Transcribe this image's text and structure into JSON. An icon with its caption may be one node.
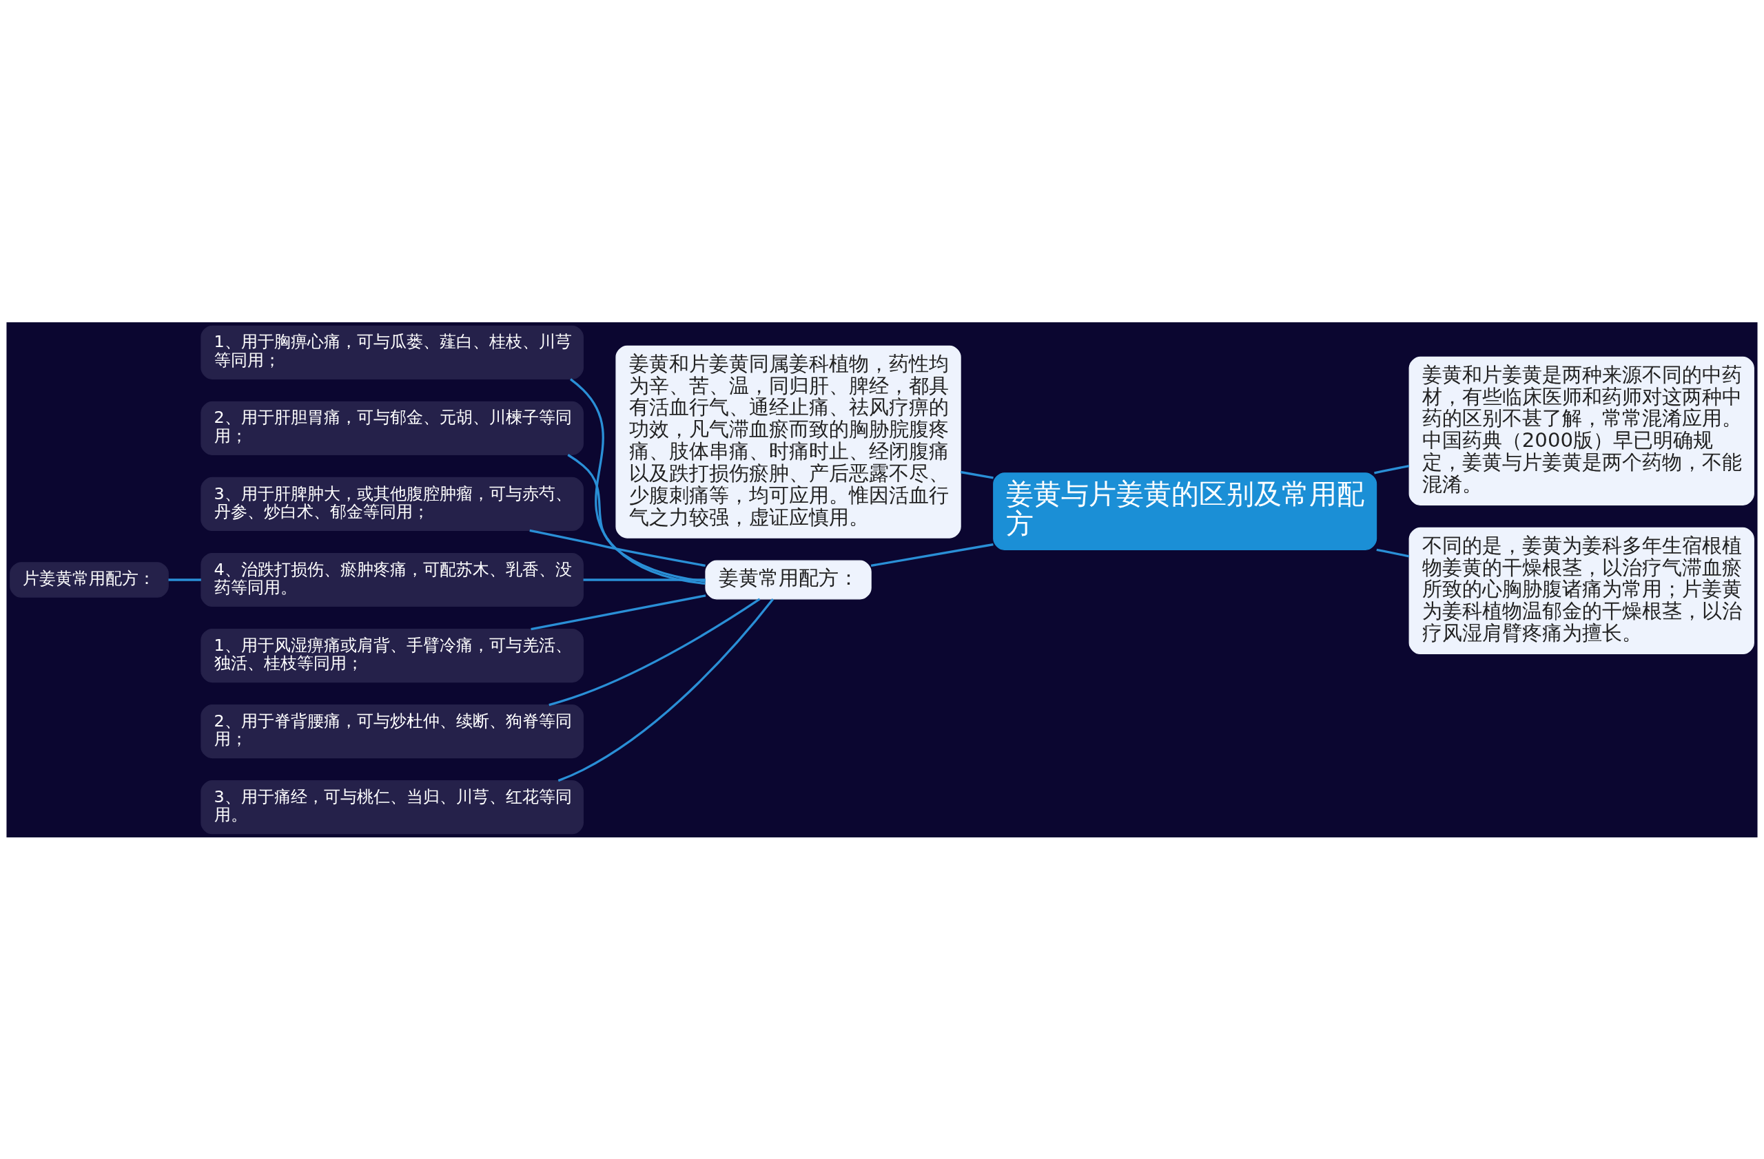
{
  "diagram": {
    "nodes": [
      {
        "text": [
          "姜黄与片姜黄的区别及常用配方"
        ]
      },
      {
        "text": [
          "姜黄和片姜黄同属姜科植物，药性均为辛、苦、温，同归肝、脾经，都具有活血行气、通经止痛、祛风疗痹的功效，凡气滞血瘀而致的胸胁脘腹疼痛、肢体串痛、时痛时止、经闭腹痛以及跌打损伤瘀肿、产后恶露不尽、少腹刺痛等，均可应用。惟因活血行气之力较强，虚证应慎用。"
        ]
      },
      {
        "text": [
          "姜黄常用配方："
        ]
      },
      {
        "text": [
          "1、用于胸痹心痛，可与瓜蒌、薤白、桂枝、川芎等同用；"
        ]
      },
      {
        "text": [
          "2、用于肝胆胃痛，可与郁金、元胡、川楝子等同用；"
        ]
      },
      {
        "text": [
          "3、用于肝脾肿大，或其他腹腔肿瘤，可与赤芍、丹参、炒白术、郁金等同用；"
        ]
      },
      {
        "text": [
          "4、治跌打损伤、瘀肿疼痛，可配苏木、乳香、没药等同用。"
        ]
      },
      {
        "text": [
          "1、用于风湿痹痛或肩背、手臂冷痛，可与羌活、独活、桂枝等同用；"
        ]
      },
      {
        "text": [
          "2、用于脊背腰痛，可与炒杜仲、续断、狗脊等同用；"
        ]
      },
      {
        "text": [
          "3、用于痛经，可与桃仁、当归、川芎、红花等同用。"
        ]
      },
      {
        "text": [
          "片姜黄常用配方："
        ]
      },
      {
        "text": [
          "姜黄和片姜黄是两种来源不同的中药材，有些临床医师和药师对这两种中药的区别不甚了解，常常混淆应用。中国药典（2000版）早已明确规定，姜黄与片姜黄是两个药物，不能混淆。"
        ]
      },
      {
        "text": [
          "不同的是，姜黄为姜科多年生宿根植物姜黄的干燥根茎，以治疗气滞血瘀所致的心胸胁腹诸痛为常用；片姜黄为姜科植物温郁金的干燥根茎，以治疗风湿肩臂疼痛为擅长。"
        ]
      }
    ],
    "edges": [
      {
        "from": 0,
        "to": 1,
        "arrow": "none"
      },
      {
        "from": 0,
        "to": 2,
        "arrow": "none"
      },
      {
        "from": 2,
        "to": 3,
        "arrow": "none"
      },
      {
        "from": 2,
        "to": 4,
        "arrow": "none"
      },
      {
        "from": 2,
        "to": 5,
        "arrow": "none"
      },
      {
        "from": 2,
        "to": 6,
        "arrow": "none"
      },
      {
        "from": 2,
        "to": 7,
        "arrow": "none"
      },
      {
        "from": 2,
        "to": 8,
        "arrow": "none"
      },
      {
        "from": 2,
        "to": 9,
        "arrow": "none"
      },
      {
        "from": 10,
        "to": 6,
        "arrow": "none"
      },
      {
        "from": 0,
        "to": 11,
        "arrow": "none"
      },
      {
        "from": 0,
        "to": 12,
        "arrow": "none"
      }
    ]
  }
}
